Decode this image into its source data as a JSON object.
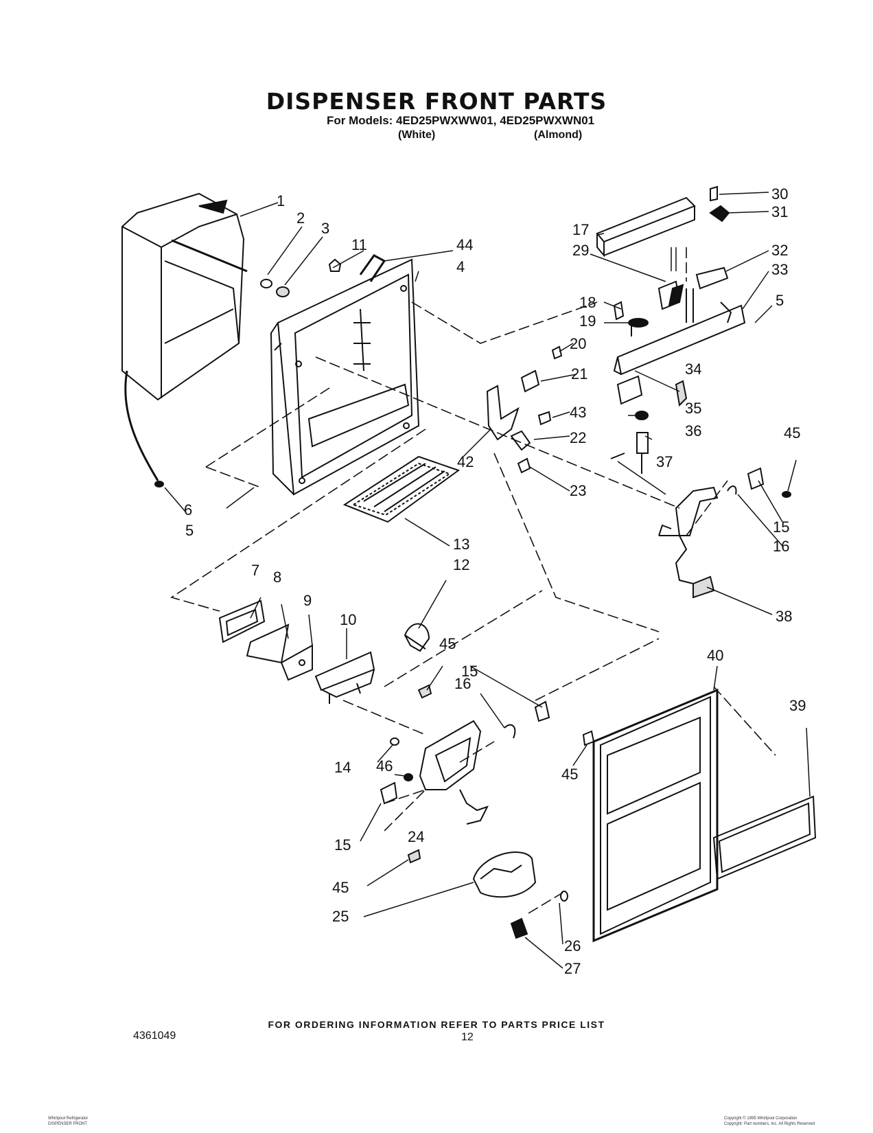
{
  "header": {
    "title": "DISPENSER FRONT PARTS",
    "models_line": "For Models: 4ED25PWXWW01, 4ED25PWXWN01",
    "color_white": "(White)",
    "color_almond": "(Almond)"
  },
  "callouts": [
    {
      "id": "c1",
      "label": "1"
    },
    {
      "id": "c2",
      "label": "2"
    },
    {
      "id": "c3",
      "label": "3"
    },
    {
      "id": "c4",
      "label": "4"
    },
    {
      "id": "c5a",
      "label": "5"
    },
    {
      "id": "c5b",
      "label": "5"
    },
    {
      "id": "c6",
      "label": "6"
    },
    {
      "id": "c7",
      "label": "7"
    },
    {
      "id": "c8",
      "label": "8"
    },
    {
      "id": "c9",
      "label": "9"
    },
    {
      "id": "c10",
      "label": "10"
    },
    {
      "id": "c11",
      "label": "11"
    },
    {
      "id": "c12",
      "label": "12"
    },
    {
      "id": "c13",
      "label": "13"
    },
    {
      "id": "c14",
      "label": "14"
    },
    {
      "id": "c15a",
      "label": "15"
    },
    {
      "id": "c15b",
      "label": "15"
    },
    {
      "id": "c15c",
      "label": "15"
    },
    {
      "id": "c16a",
      "label": "16"
    },
    {
      "id": "c16b",
      "label": "16"
    },
    {
      "id": "c17",
      "label": "17"
    },
    {
      "id": "c18",
      "label": "18"
    },
    {
      "id": "c19",
      "label": "19"
    },
    {
      "id": "c20",
      "label": "20"
    },
    {
      "id": "c21",
      "label": "21"
    },
    {
      "id": "c22",
      "label": "22"
    },
    {
      "id": "c23",
      "label": "23"
    },
    {
      "id": "c24",
      "label": "24"
    },
    {
      "id": "c25",
      "label": "25"
    },
    {
      "id": "c26",
      "label": "26"
    },
    {
      "id": "c27",
      "label": "27"
    },
    {
      "id": "c29",
      "label": "29"
    },
    {
      "id": "c30",
      "label": "30"
    },
    {
      "id": "c31",
      "label": "31"
    },
    {
      "id": "c32",
      "label": "32"
    },
    {
      "id": "c33",
      "label": "33"
    },
    {
      "id": "c34",
      "label": "34"
    },
    {
      "id": "c35",
      "label": "35"
    },
    {
      "id": "c36",
      "label": "36"
    },
    {
      "id": "c37",
      "label": "37"
    },
    {
      "id": "c38",
      "label": "38"
    },
    {
      "id": "c39",
      "label": "39"
    },
    {
      "id": "c40",
      "label": "40"
    },
    {
      "id": "c42",
      "label": "42"
    },
    {
      "id": "c43",
      "label": "43"
    },
    {
      "id": "c44",
      "label": "44"
    },
    {
      "id": "c45a",
      "label": "45"
    },
    {
      "id": "c45b",
      "label": "45"
    },
    {
      "id": "c45c",
      "label": "45"
    },
    {
      "id": "c45d",
      "label": "45"
    },
    {
      "id": "c46",
      "label": "46"
    }
  ],
  "footer": {
    "ordering_note": "FOR ORDERING INFORMATION REFER TO PARTS PRICE LIST",
    "document_number": "4361049",
    "page_number": "12",
    "left_small_1": "Whirlpool Refrigerator",
    "left_small_2": "DISPENSER FRONT",
    "right_small_1": "Copyright © 1995 Whirlpool Corporation",
    "right_small_2": "Copyright: Part numbers, Inc. All Rights Reserved"
  }
}
